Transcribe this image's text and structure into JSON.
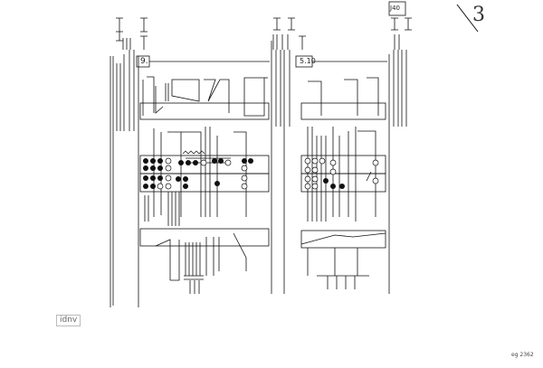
{
  "figure": {
    "box_label_1": "9.",
    "box_label_2": "5.10",
    "top_box_label": "J40",
    "corner_mark": "3",
    "stamp_text": "idnv",
    "code_text": "eg 2362"
  }
}
